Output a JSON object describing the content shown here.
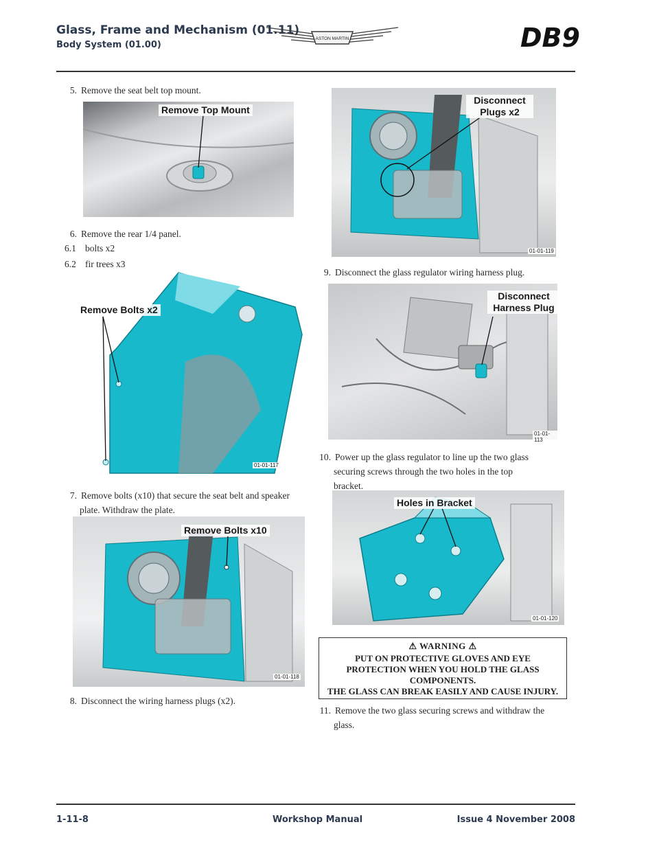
{
  "header": {
    "title": "Glass, Frame and Mechanism (01.11)",
    "subtitle": "Body System (01.00)",
    "logo_text": "ASTON MARTIN",
    "model_badge": "DB9"
  },
  "steps": {
    "s5": {
      "num": "5.",
      "text": "Remove the seat belt top mount."
    },
    "s6": {
      "num": "6.",
      "text": "Remove the rear 1/4 panel."
    },
    "s6_1": {
      "num": "6.1",
      "text": "bolts x2"
    },
    "s6_2": {
      "num": "6.2",
      "text": "fir trees x3"
    },
    "s7": {
      "num": "7.",
      "line1": "Remove bolts (x10) that secure the seat belt and speaker",
      "line2": "plate. Withdraw the plate."
    },
    "s8": {
      "num": "8.",
      "text": "Disconnect the wiring harness plugs (x2)."
    },
    "s9": {
      "num": "9.",
      "text": "Disconnect the glass regulator wiring harness plug."
    },
    "s10": {
      "num": "10.",
      "line1": "Power up the glass regulator to line up the two glass",
      "line2": "securing screws through the two holes in the top",
      "line3": "bracket."
    },
    "s11": {
      "num": "11.",
      "line1": "Remove the two glass securing screws and withdraw the",
      "line2": "glass."
    }
  },
  "figures": {
    "f1": {
      "callout": "Remove Top Mount"
    },
    "f2": {
      "callout": "Remove Bolts x2",
      "ref": "01-01-117"
    },
    "f3": {
      "callout": "Remove Bolts x10",
      "ref": "01-01-118"
    },
    "f4": {
      "callout_l1": "Disconnect",
      "callout_l2": "Plugs x2",
      "ref": "01-01-119"
    },
    "f5": {
      "callout_l1": "Disconnect",
      "callout_l2": "Harness Plug",
      "ref": "01-01-113"
    },
    "f6": {
      "callout": "Holes in Bracket",
      "ref": "01-01-120"
    }
  },
  "warning": {
    "heading": "WARNING",
    "line1": "PUT ON PROTECTIVE GLOVES AND EYE",
    "line2": "PROTECTION WHEN YOU HOLD THE GLASS",
    "line3": "COMPONENTS.",
    "line4": "THE GLASS CAN BREAK EASILY AND CAUSE INJURY."
  },
  "footer": {
    "page": "1-11-8",
    "center": "Workshop Manual",
    "issue": "Issue 4 November 2008"
  },
  "colors": {
    "cyan": "#19b9cc",
    "header_text": "#2c3a4f"
  }
}
